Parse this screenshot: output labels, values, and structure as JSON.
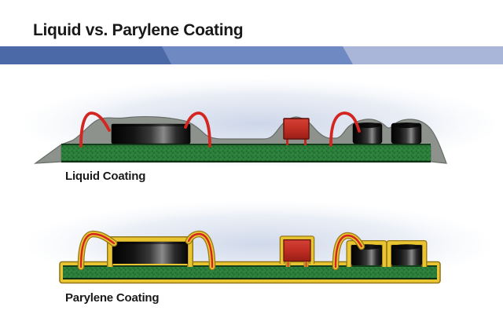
{
  "header": {
    "title": "Liquid vs. Parylene Coating"
  },
  "figures": [
    {
      "label": "Liquid Coating",
      "coating": "liquid",
      "parts": [
        "pcb-board",
        "large-capacitor",
        "wire-lead-left",
        "wire-lead-right",
        "film-capacitor",
        "wire-loop",
        "round-capacitor-1",
        "round-capacitor-2",
        "liquid-coating-layer"
      ]
    },
    {
      "label": "Parylene Coating",
      "coating": "parylene",
      "parts": [
        "pcb-board",
        "large-capacitor",
        "wire-lead-left",
        "wire-lead-right",
        "film-capacitor",
        "wire-loop",
        "round-capacitor-1",
        "round-capacitor-2",
        "parylene-coating-outline"
      ]
    }
  ],
  "colors": {
    "banner_dark": "#4b69a7",
    "banner_mid": "#6f89c2",
    "banner_light": "#a9b5d9",
    "pcb_green": "#2b7e3a",
    "pcb_edge_dark": "#123a1a",
    "coating_gray": "#8d928d",
    "coating_gray_edge": "#686d68",
    "parylene_gold": "#e9c531",
    "parylene_gold_dark": "#8f7315",
    "wire_red": "#d42621",
    "component_red": "#c23127",
    "component_black": "#111111",
    "glow_blue": "#c7d2e6",
    "title_black": "#191919"
  }
}
